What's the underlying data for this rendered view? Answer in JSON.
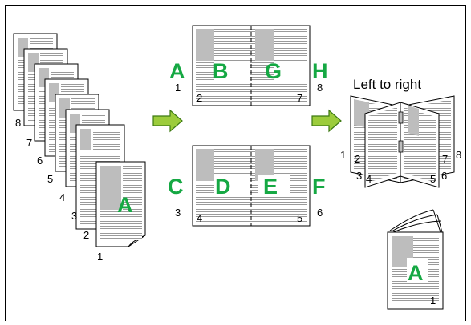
{
  "caption_title": "Left to right",
  "stack": {
    "page_numbers": [
      "8",
      "7",
      "6",
      "5",
      "4",
      "3",
      "2",
      "1"
    ],
    "front_letter": "A"
  },
  "spread_top": {
    "outer_left": "A",
    "outer_right": "H",
    "inner_left": "B",
    "inner_right": "G",
    "num_outer_left": "1",
    "num_outer_right": "8",
    "num_inner_left": "2",
    "num_inner_right": "7"
  },
  "spread_bottom": {
    "outer_left": "C",
    "outer_right": "F",
    "inner_left": "D",
    "inner_right": "E",
    "num_outer_left": "3",
    "num_outer_right": "6",
    "num_inner_left": "4",
    "num_inner_right": "5"
  },
  "booklet_open": {
    "numbers": [
      "1",
      "2",
      "3",
      "4",
      "5",
      "6",
      "7",
      "8"
    ]
  },
  "booklet_closed": {
    "letter": "A",
    "number": "1"
  },
  "colors": {
    "accent_green": "#15a843",
    "arrow_fill": "#9ccc3c",
    "arrow_stroke": "#3d7a12",
    "gray_block": "#bdbdbd",
    "line_gray": "#9a9a9a"
  },
  "icons": [
    "right-arrow-icon",
    "right-arrow-icon"
  ]
}
